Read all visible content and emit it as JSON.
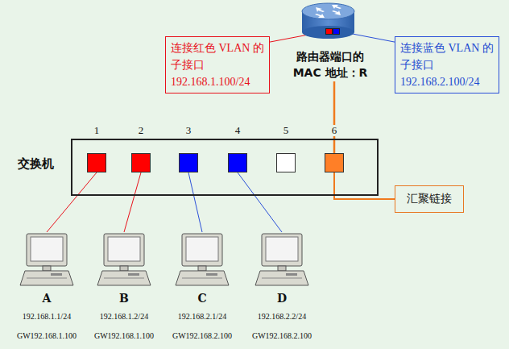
{
  "diagram": {
    "nodes": [
      {
        "text": [
          "路由器端口的 MAC 地址：R"
        ]
      },
      {
        "text": [
          "连接红色 VLAN 的子接口",
          "192.168.1.100/24"
        ]
      },
      {
        "text": [
          "连接蓝色 VLAN 的子接口",
          "192.168.2.100/24"
        ]
      },
      {
        "text": [
          "交换机"
        ]
      },
      {
        "text": [
          "1"
        ],
        "in": 3
      },
      {
        "text": [
          "2"
        ],
        "in": 3
      },
      {
        "text": [
          "3"
        ],
        "in": 3
      },
      {
        "text": [
          "4"
        ],
        "in": 3
      },
      {
        "text": [
          "5"
        ],
        "in": 3
      },
      {
        "text": [
          "6"
        ],
        "in": 3
      },
      {
        "text": [
          "汇聚链接"
        ]
      },
      {
        "text": [
          "A",
          "192.168.1.1/24",
          "GW192.168.1.100"
        ]
      },
      {
        "text": [
          "B",
          "192.168.1.2/24",
          "GW192.168.1.100"
        ]
      },
      {
        "text": [
          "C",
          "192.168.2.1/24",
          "GW192.168.2.100"
        ]
      },
      {
        "text": [
          "D",
          "192.168.2.2/24",
          "GW192.168.2.100"
        ]
      }
    ],
    "edges": [
      {
        "from": 1,
        "to": 0,
        "arrow": "none"
      },
      {
        "from": 2,
        "to": 0,
        "arrow": "none"
      },
      {
        "from": 9,
        "to": 0,
        "arrow": "none"
      },
      {
        "from": 9,
        "to": 10,
        "arrow": "none"
      },
      {
        "from": 4,
        "to": 11,
        "arrow": "none"
      },
      {
        "from": 5,
        "to": 12,
        "arrow": "none"
      },
      {
        "from": 6,
        "to": 13,
        "arrow": "none"
      },
      {
        "from": 7,
        "to": 14,
        "arrow": "none"
      }
    ]
  }
}
